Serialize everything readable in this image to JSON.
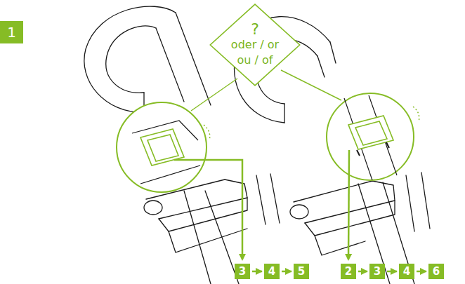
{
  "diagram": {
    "nodes": [
      {
        "text": [
          "1"
        ]
      },
      {
        "text": [
          "?",
          "oder / or",
          "ou / of"
        ]
      },
      {
        "text": [
          "3"
        ]
      },
      {
        "text": [
          "4"
        ]
      },
      {
        "text": [
          "5"
        ]
      },
      {
        "text": [
          "2"
        ]
      },
      {
        "text": [
          "3"
        ]
      },
      {
        "text": [
          "4"
        ]
      },
      {
        "text": [
          "6"
        ]
      }
    ],
    "edges": [
      {
        "from": 2,
        "to": 3,
        "arrow": "to"
      },
      {
        "from": 3,
        "to": 4,
        "arrow": "to"
      },
      {
        "from": 5,
        "to": 6,
        "arrow": "to"
      },
      {
        "from": 6,
        "to": 7,
        "arrow": "to"
      },
      {
        "from": 7,
        "to": 8,
        "arrow": "to"
      }
    ]
  }
}
